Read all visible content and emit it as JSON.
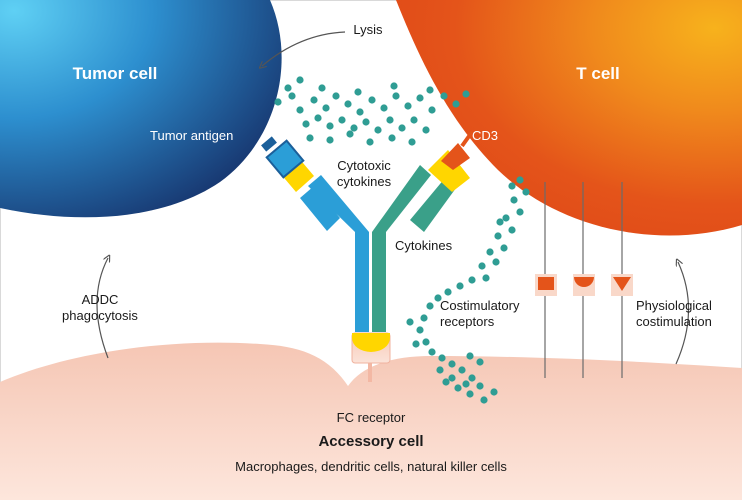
{
  "tumor_cell": {
    "title": "Tumor cell",
    "antigen_label": "Tumor antigen"
  },
  "t_cell": {
    "title": "T cell",
    "cd3_label": "CD3"
  },
  "antibody": {
    "cytotoxic_label_line1": "Cytotoxic",
    "cytotoxic_label_line2": "cytokines",
    "cytokines_label": "Cytokines"
  },
  "processes": {
    "lysis": "Lysis",
    "addc_line1": "ADDC",
    "addc_line2": "phagocytosis",
    "physiological_line1": "Physiological",
    "physiological_line2": "costimulation",
    "costimulatory_line1": "Costimulatory",
    "costimulatory_line2": "receptors"
  },
  "accessory_cell": {
    "fc_receptor": "FC receptor",
    "title": "Accessory cell",
    "subtitle": "Macrophages, dendritic cells, natural killer cells"
  },
  "colors": {
    "tumor_dark": "#17356e",
    "tumor_light": "#4fc1ea",
    "tcell_dark": "#e4541a",
    "tcell_light": "#f5a31c",
    "accessory": "#f6cfc0",
    "antibody_blue": "#2b9ed7",
    "antibody_green": "#3aa089",
    "dot_teal": "#2f9d94",
    "yellow": "#ffd600",
    "receptor_orange": "#e4541a"
  }
}
